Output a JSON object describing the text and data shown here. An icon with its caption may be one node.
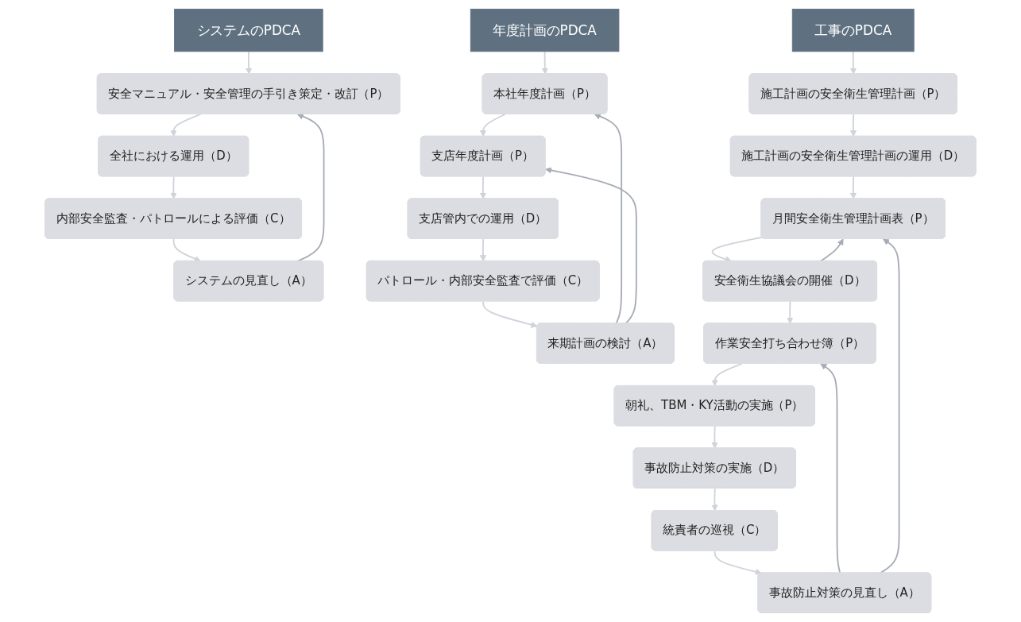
{
  "diagram": {
    "nodes": [
      {
        "text": [
          "システムのPDCA"
        ]
      },
      {
        "text": [
          "安全マニュアル・安全管理の手引き策定・改訂（P）"
        ]
      },
      {
        "text": [
          "全社における運用（D）"
        ]
      },
      {
        "text": [
          "内部安全監査・パトロールによる評価（C）"
        ]
      },
      {
        "text": [
          "システムの見直し（A）"
        ]
      },
      {
        "text": [
          "年度計画のPDCA"
        ]
      },
      {
        "text": [
          "本社年度計画（P）"
        ]
      },
      {
        "text": [
          "支店年度計画（P）"
        ]
      },
      {
        "text": [
          "支店管内での運用（D）"
        ]
      },
      {
        "text": [
          "パトロール・内部安全監査で評価（C）"
        ]
      },
      {
        "text": [
          "来期計画の検討（A）"
        ]
      },
      {
        "text": [
          "工事のPDCA"
        ]
      },
      {
        "text": [
          "施工計画の安全衛生管理計画（P）"
        ]
      },
      {
        "text": [
          "施工計画の安全衛生管理計画の運用（D）"
        ]
      },
      {
        "text": [
          "月間安全衛生管理計画表（P）"
        ]
      },
      {
        "text": [
          "安全衛生協議会の開催（D）"
        ]
      },
      {
        "text": [
          "作業安全打ち合わせ簿（P）"
        ]
      },
      {
        "text": [
          "朝礼、TBM・KY活動の実施（P）"
        ]
      },
      {
        "text": [
          "事故防止対策の実施（D）"
        ]
      },
      {
        "text": [
          "統責者の巡視（C）"
        ]
      },
      {
        "text": [
          "事故防止対策の見直し（A）"
        ]
      }
    ],
    "edges": [
      {
        "from": 0,
        "to": 1,
        "arrow": "to"
      },
      {
        "from": 1,
        "to": 2,
        "arrow": "to"
      },
      {
        "from": 2,
        "to": 3,
        "arrow": "to"
      },
      {
        "from": 3,
        "to": 4,
        "arrow": "to"
      },
      {
        "from": 4,
        "to": 1,
        "arrow": "to",
        "color": "#a7adb6"
      },
      {
        "from": 5,
        "to": 6,
        "arrow": "to"
      },
      {
        "from": 6,
        "to": 7,
        "arrow": "to"
      },
      {
        "from": 7,
        "to": 8,
        "arrow": "to"
      },
      {
        "from": 8,
        "to": 9,
        "arrow": "to"
      },
      {
        "from": 9,
        "to": 10,
        "arrow": "to"
      },
      {
        "from": 10,
        "to": 6,
        "arrow": "to",
        "color": "#a7adb6"
      },
      {
        "from": 10,
        "to": 7,
        "arrow": "to",
        "color": "#a7adb6"
      },
      {
        "from": 11,
        "to": 12,
        "arrow": "to"
      },
      {
        "from": 12,
        "to": 13,
        "arrow": "to"
      },
      {
        "from": 13,
        "to": 14,
        "arrow": "to"
      },
      {
        "from": 14,
        "to": 15,
        "arrow": "to"
      },
      {
        "from": 15,
        "to": 16,
        "arrow": "to"
      },
      {
        "from": 16,
        "to": 17,
        "arrow": "to"
      },
      {
        "from": 17,
        "to": 18,
        "arrow": "to"
      },
      {
        "from": 18,
        "to": 19,
        "arrow": "to"
      },
      {
        "from": 19,
        "to": 20,
        "arrow": "to"
      },
      {
        "from": 15,
        "to": 14,
        "arrow": "to",
        "color": "#a7adb6"
      },
      {
        "from": 20,
        "to": 16,
        "arrow": "to",
        "color": "#a7adb6"
      },
      {
        "from": 20,
        "to": 14,
        "arrow": "to",
        "color": "#a7adb6"
      }
    ]
  }
}
